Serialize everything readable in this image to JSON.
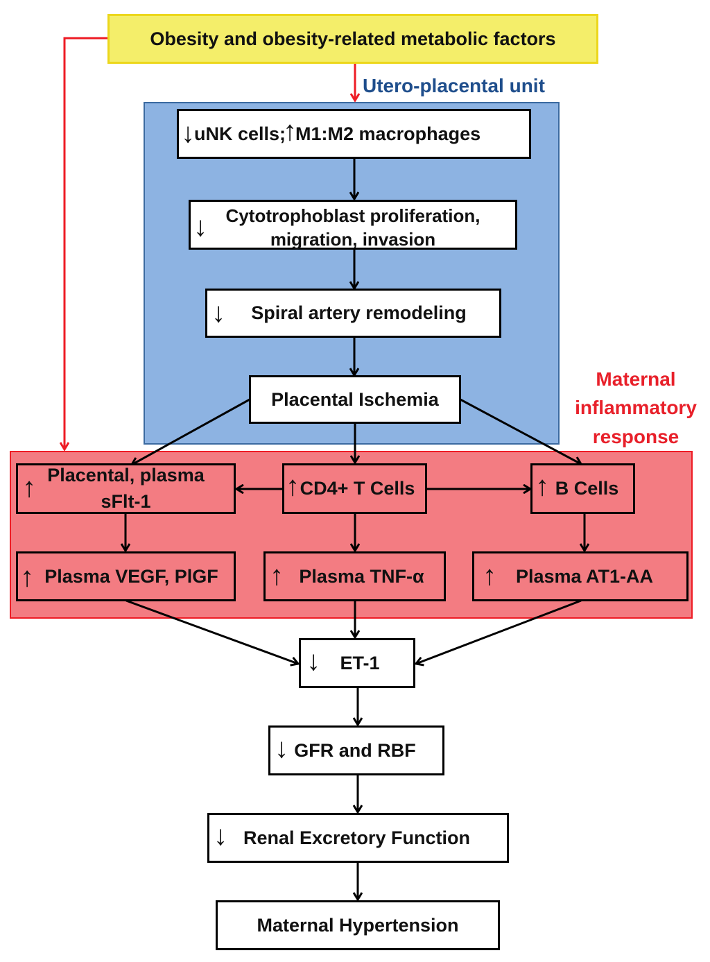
{
  "diagram": {
    "top_factor": "Obesity and obesity-related metabolic factors",
    "regions": {
      "utero_placental": "Utero-placental unit",
      "maternal_inflammatory": [
        "Maternal",
        "inflammatory",
        "response"
      ]
    },
    "nodes": {
      "unk": {
        "arrow_1": "↓",
        "text_1": "uNK cells; ",
        "arrow_2": "↑",
        "text_2": "M1:M2 macrophages"
      },
      "cytotrophoblast": {
        "arrow": "↓",
        "line_1": "Cytotrophoblast proliferation,",
        "line_2": "migration, invasion"
      },
      "spiral": {
        "arrow": "↓",
        "text": "Spiral artery remodeling"
      },
      "ischemia": {
        "text": "Placental Ischemia"
      },
      "sflt": {
        "arrow": "↑",
        "line_1": "Placental, plasma",
        "line_2": "sFlt-1"
      },
      "cd4": {
        "arrow": "↑",
        "text": "CD4+ T Cells"
      },
      "bcells": {
        "arrow": "↑",
        "text": "B Cells"
      },
      "vegf": {
        "arrow": "↑",
        "text": "Plasma VEGF, PlGF"
      },
      "tnf": {
        "arrow": "↑",
        "text": "Plasma TNF-α"
      },
      "at1": {
        "arrow": "↑",
        "text": "Plasma AT1-AA"
      },
      "et1": {
        "arrow": "↓",
        "text": "ET-1"
      },
      "gfr": {
        "arrow": "↓",
        "text": "GFR and RBF"
      },
      "renal": {
        "arrow": "↓",
        "text": "Renal Excretory Function"
      },
      "hypertension": {
        "text": "Maternal Hypertension"
      }
    },
    "edges": [
      [
        "top_factor",
        "utero_placental_unit"
      ],
      [
        "top_factor",
        "maternal_inflammatory_response"
      ],
      [
        "unk",
        "cytotrophoblast"
      ],
      [
        "cytotrophoblast",
        "spiral"
      ],
      [
        "spiral",
        "ischemia"
      ],
      [
        "ischemia",
        "sflt"
      ],
      [
        "ischemia",
        "cd4"
      ],
      [
        "ischemia",
        "bcells"
      ],
      [
        "cd4",
        "sflt"
      ],
      [
        "cd4",
        "bcells"
      ],
      [
        "sflt",
        "vegf"
      ],
      [
        "cd4",
        "tnf"
      ],
      [
        "bcells",
        "at1"
      ],
      [
        "vegf",
        "et1"
      ],
      [
        "tnf",
        "et1"
      ],
      [
        "at1",
        "et1"
      ],
      [
        "et1",
        "gfr"
      ],
      [
        "gfr",
        "renal"
      ],
      [
        "renal",
        "hypertension"
      ]
    ],
    "colors": {
      "top_fill": "#f4ee6a",
      "top_border": "#ecd71c",
      "blue_region": "#8db3e2",
      "red_region": "#f37c82",
      "red_line": "#ee1c25",
      "blue_label": "#1f4e8c",
      "red_label": "#e8202a"
    }
  }
}
